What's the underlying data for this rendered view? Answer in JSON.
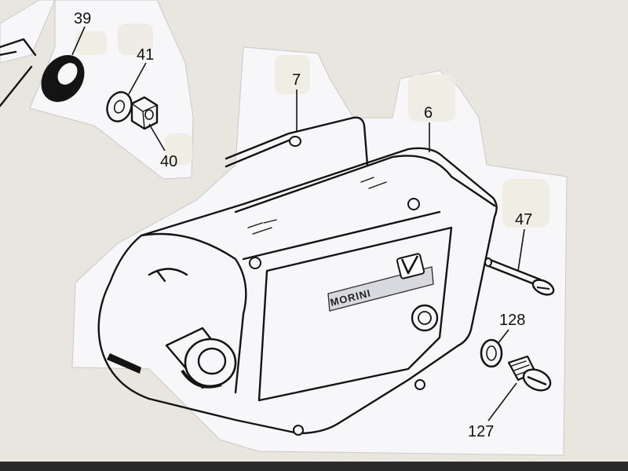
{
  "diagram": {
    "part_labels": [
      "39",
      "41",
      "40",
      "7",
      "6",
      "47",
      "128",
      "127"
    ],
    "brand_plate": "MORINI"
  },
  "colors": {
    "background": "#e9e6df",
    "paper": "#f7f7f9",
    "ink": "#141414",
    "tape": "#efece4",
    "brand_shade": "#d8d8df"
  }
}
